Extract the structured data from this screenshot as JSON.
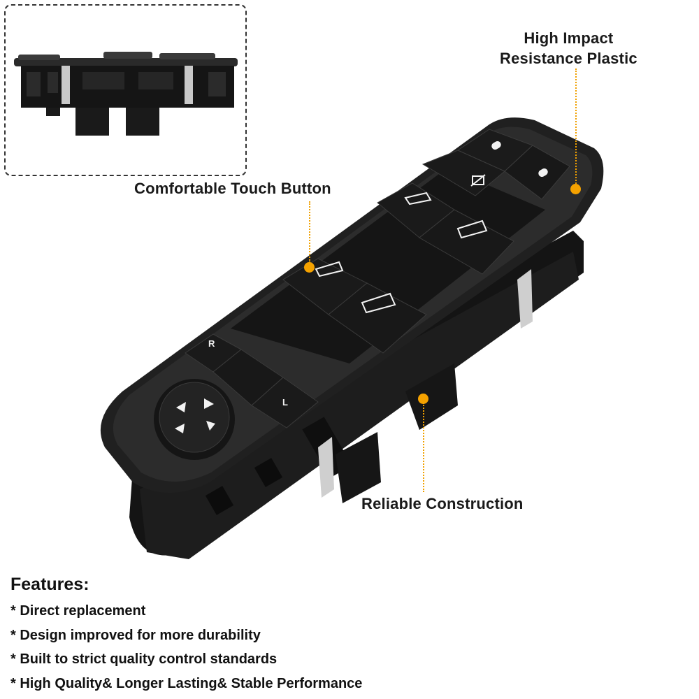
{
  "callouts": {
    "high_impact_line1": "High Impact",
    "high_impact_line2": "Resistance Plastic",
    "touch_button": "Comfortable Touch Button",
    "reliable_construction": "Reliable Construction"
  },
  "features": {
    "heading": "Features:",
    "items": [
      "Direct replacement",
      "Design improved for more durability",
      "Built to strict quality control standards",
      "High Quality& Longer Lasting& Stable Performance"
    ]
  },
  "switch_labels": {
    "right_mirror": "R",
    "left_mirror": "L"
  },
  "colors": {
    "accent": "#f5a200",
    "body": "#1b1b1b",
    "text": "#111111"
  },
  "icons": [
    "lock-icon",
    "unlock-icon",
    "window-lockout-icon",
    "window-icon",
    "mirror-direction-icon"
  ]
}
